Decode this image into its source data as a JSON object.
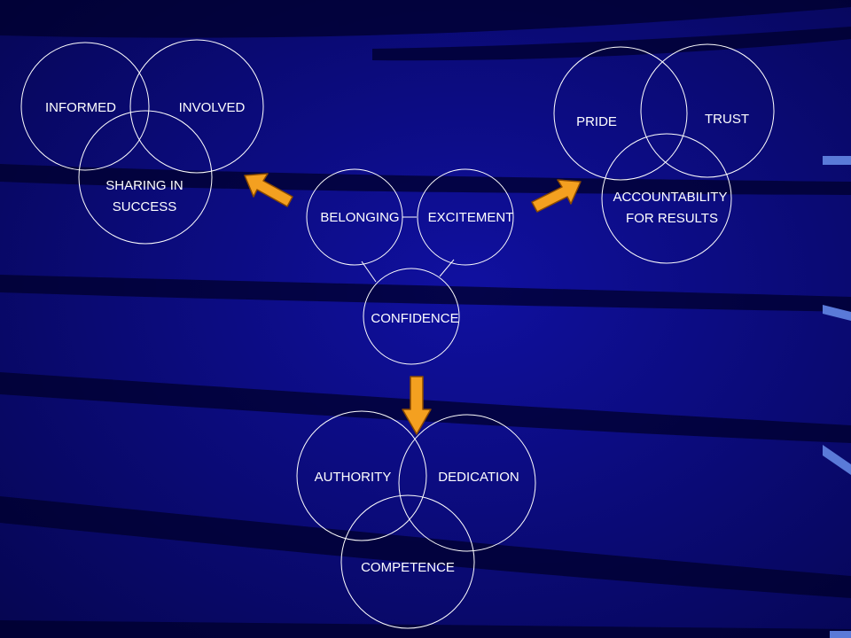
{
  "colors": {
    "background": "#0a0a7a",
    "stripe": "#000030",
    "circle_stroke": "#ffffff",
    "arrow_fill": "#f4a020",
    "arrow_stroke": "#8a4a00",
    "right_tabs": "#5a7ad8"
  },
  "groups": {
    "top_left": {
      "a": "INFORMED",
      "b": "INVOLVED",
      "c1": "SHARING IN",
      "c2": "SUCCESS"
    },
    "top_right": {
      "a": "PRIDE",
      "b": "TRUST",
      "c1": "ACCOUNTABILITY",
      "c2": "FOR RESULTS"
    },
    "center": {
      "a": "BELONGING",
      "b": "EXCITEMENT",
      "c": "CONFIDENCE"
    },
    "bottom": {
      "a": "AUTHORITY",
      "b": "DEDICATION",
      "c": "COMPETENCE"
    }
  },
  "arrows": [
    "arrow-up-left-icon",
    "arrow-up-right-icon",
    "arrow-down-icon"
  ]
}
